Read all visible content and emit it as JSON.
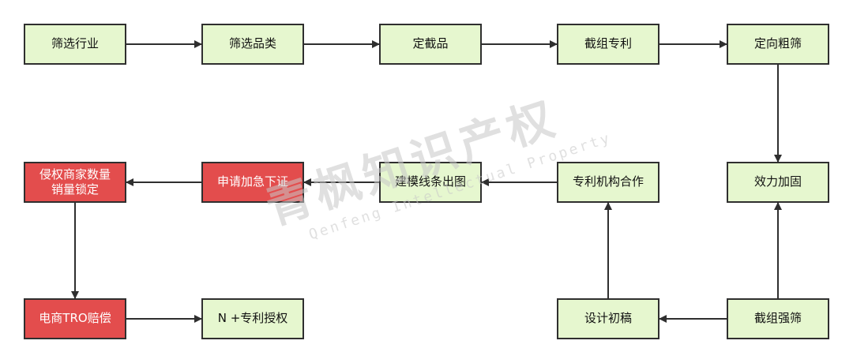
{
  "diagram": {
    "nodes": [
      {
        "id": "n1",
        "label": "筛选行业",
        "color": "#e6f7cf"
      },
      {
        "id": "n2",
        "label": "筛选品类",
        "color": "#e6f7cf"
      },
      {
        "id": "n3",
        "label": "定截品",
        "color": "#e6f7cf"
      },
      {
        "id": "n4",
        "label": "截组专利",
        "color": "#e6f7cf"
      },
      {
        "id": "n5",
        "label": "定向粗筛",
        "color": "#e6f7cf"
      },
      {
        "id": "n6",
        "label": "效力加固",
        "color": "#e6f7cf"
      },
      {
        "id": "n7",
        "label": "截组强筛",
        "color": "#e6f7cf"
      },
      {
        "id": "n8",
        "label": "设计初稿",
        "color": "#e6f7cf"
      },
      {
        "id": "n9",
        "label": "专利机构合作",
        "color": "#e6f7cf"
      },
      {
        "id": "n10",
        "label": "建模线条出图",
        "color": "#e6f7cf"
      },
      {
        "id": "n11",
        "label": "申请加急下证",
        "color": "#e34d4d"
      },
      {
        "id": "n12",
        "label": "侵权商家数量\n销量锁定",
        "color": "#e34d4d"
      },
      {
        "id": "n13",
        "label": "电商TRO赔偿",
        "color": "#e34d4d"
      },
      {
        "id": "n14",
        "label": "N +专利授权",
        "color": "#e6f7cf"
      }
    ],
    "edges": [
      {
        "from": "n1",
        "to": "n2"
      },
      {
        "from": "n2",
        "to": "n3"
      },
      {
        "from": "n3",
        "to": "n4"
      },
      {
        "from": "n4",
        "to": "n5"
      },
      {
        "from": "n5",
        "to": "n6"
      },
      {
        "from": "n7",
        "to": "n6"
      },
      {
        "from": "n7",
        "to": "n8"
      },
      {
        "from": "n8",
        "to": "n9"
      },
      {
        "from": "n9",
        "to": "n10"
      },
      {
        "from": "n10",
        "to": "n11"
      },
      {
        "from": "n11",
        "to": "n12"
      },
      {
        "from": "n12",
        "to": "n13"
      },
      {
        "from": "n13",
        "to": "n14"
      }
    ]
  },
  "watermark": {
    "main": "青枫知识产权",
    "sub": "Qenfeng Intellectual Property"
  },
  "colors": {
    "node_green": "#e6f7cf",
    "node_red": "#e34d4d",
    "stroke": "#2f2f2f"
  }
}
